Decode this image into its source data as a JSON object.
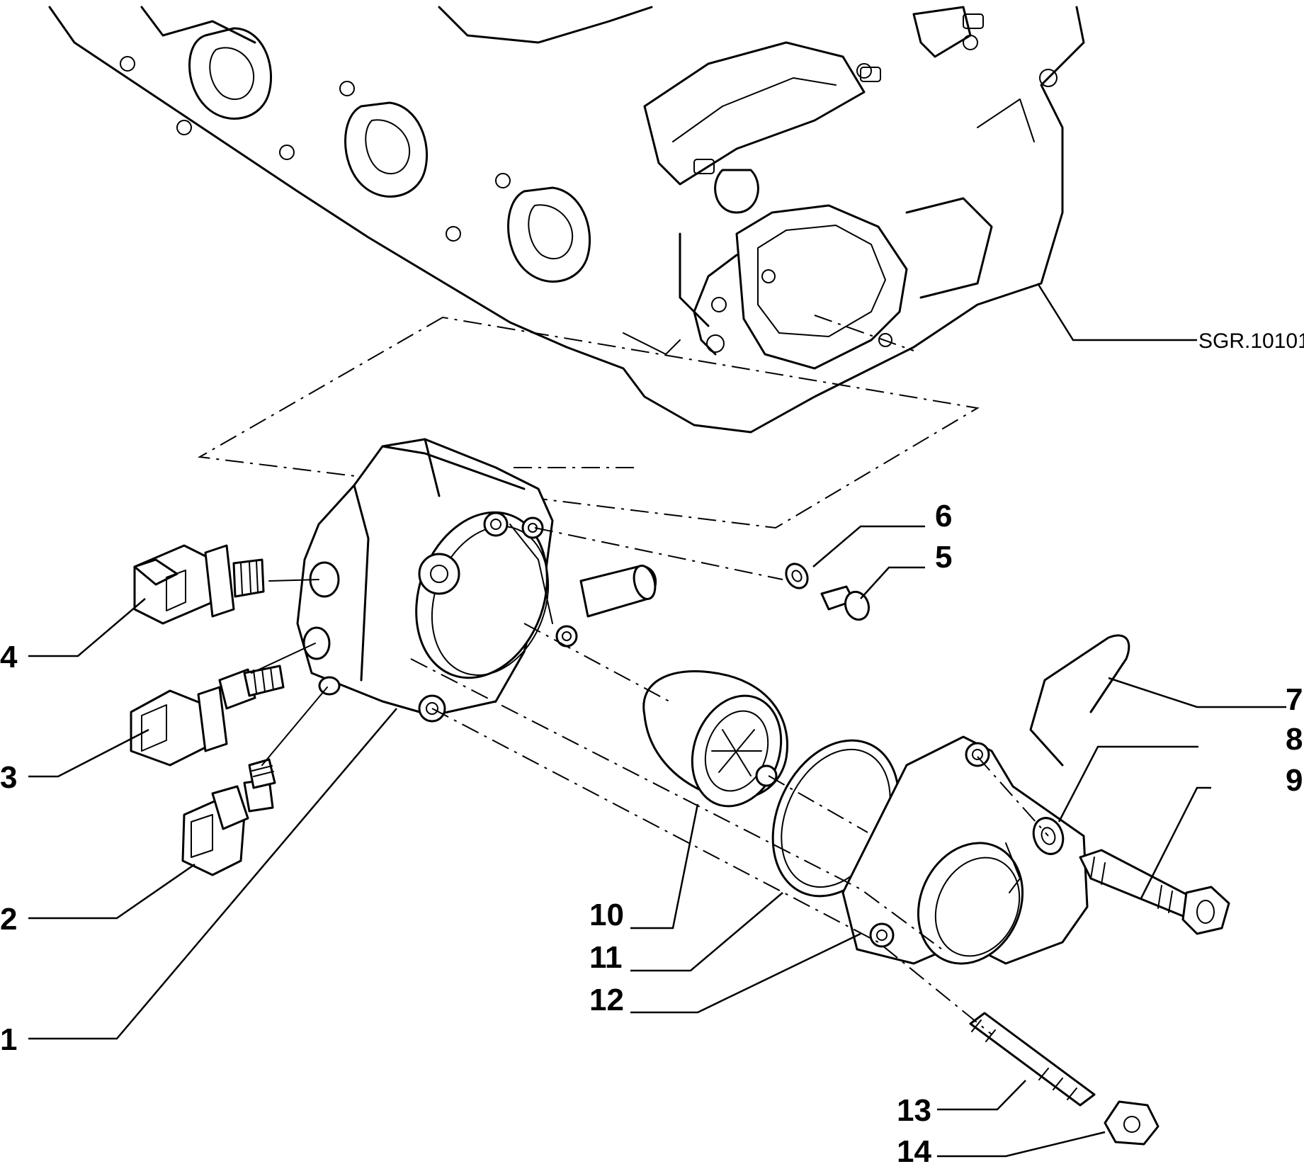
{
  "drawing": {
    "reference_code": "SGR.10101"
  },
  "callouts": [
    {
      "id": "c1",
      "label": "1"
    },
    {
      "id": "c2",
      "label": "2"
    },
    {
      "id": "c3",
      "label": "3"
    },
    {
      "id": "c4",
      "label": "4"
    },
    {
      "id": "c5",
      "label": "5"
    },
    {
      "id": "c6",
      "label": "6"
    },
    {
      "id": "c7",
      "label": "7"
    },
    {
      "id": "c8",
      "label": "8"
    },
    {
      "id": "c9",
      "label": "9"
    },
    {
      "id": "c10",
      "label": "10"
    },
    {
      "id": "c11",
      "label": "11"
    },
    {
      "id": "c12",
      "label": "12"
    },
    {
      "id": "c13",
      "label": "13"
    },
    {
      "id": "c14",
      "label": "14"
    }
  ]
}
